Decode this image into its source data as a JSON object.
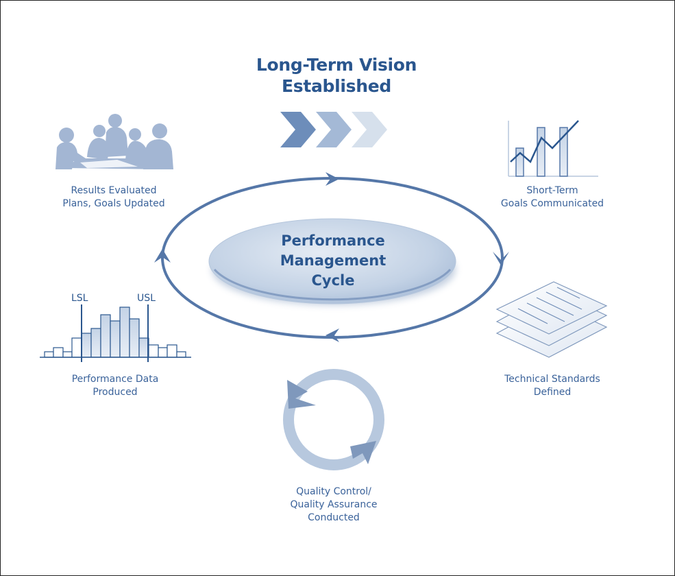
{
  "title": {
    "line1": "Long-Term Vision",
    "line2": "Established"
  },
  "center": {
    "line1": "Performance",
    "line2": "Management",
    "line3": "Cycle"
  },
  "stages": [
    {
      "id": "results",
      "line1": "Results Evaluated",
      "line2": "Plans, Goals Updated",
      "icon": "meeting-silhouette-icon"
    },
    {
      "id": "short-term",
      "line1": "Short-Term",
      "line2": "Goals Communicated",
      "icon": "bar-line-chart-icon"
    },
    {
      "id": "standards",
      "line1": "Technical Standards",
      "line2": "Defined",
      "icon": "document-stack-icon"
    },
    {
      "id": "qc",
      "line1": "Quality Control/",
      "line2": "Quality Assurance",
      "line3": "Conducted",
      "icon": "cycle-arrows-icon"
    },
    {
      "id": "performance",
      "line1": "Performance Data",
      "line2": "Produced",
      "icon": "histogram-icon"
    }
  ],
  "histogram": {
    "lsl_label": "LSL",
    "usl_label": "USL"
  },
  "colors": {
    "primary": "#2a568e",
    "ring": "#5577a8",
    "light": "#b7c8de",
    "lighter": "#d8e2ee"
  }
}
